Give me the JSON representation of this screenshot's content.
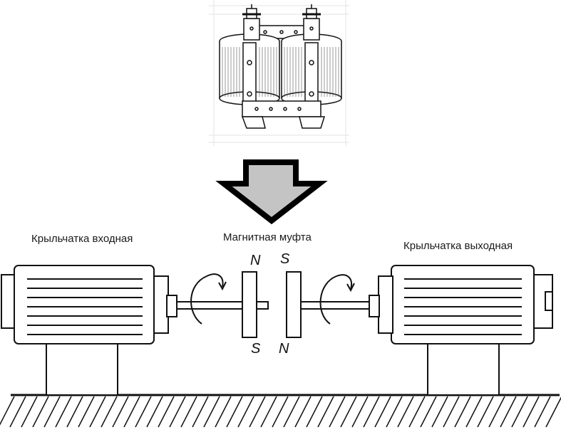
{
  "labels": {
    "input_impeller": "Крыльчатка входная",
    "coupling": "Магнитная муфта",
    "output_impeller": "Крыльчатка выходная"
  },
  "poles": {
    "left_top": "N",
    "right_top": "S",
    "left_bottom": "S",
    "right_bottom": "N"
  },
  "colors": {
    "line": "#111111",
    "arrow_fill": "#c4c4c4",
    "background": "#ffffff"
  }
}
